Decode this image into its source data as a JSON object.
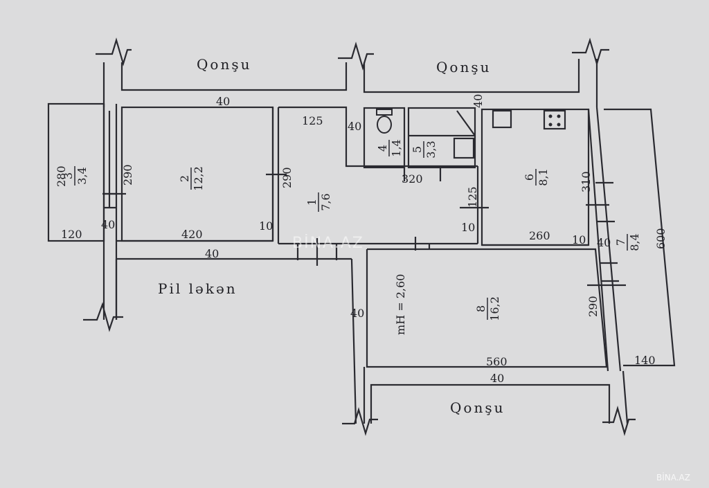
{
  "labels": {
    "neighbor_top_left": "Qonşu",
    "neighbor_top_right": "Qonşu",
    "neighbor_bottom": "Qonşu",
    "stairs": "Pil ləkən",
    "ceiling_height": "mH = 2,60"
  },
  "rooms": [
    {
      "number": "1",
      "area": "7,6"
    },
    {
      "number": "2",
      "area": "12,2"
    },
    {
      "number": "3",
      "area": "3,4"
    },
    {
      "number": "4",
      "area": "1,4"
    },
    {
      "number": "5",
      "area": "3,3"
    },
    {
      "number": "6",
      "area": "8,1"
    },
    {
      "number": "7",
      "area": "8,4"
    },
    {
      "number": "8",
      "area": "16,2"
    }
  ],
  "dimensions": {
    "top_wall_left": "40",
    "top_wall_right": "40",
    "room1_top": "125",
    "wc_wall": "40",
    "room2_height": "290",
    "room1_height": "290",
    "balcony_left_height": "280",
    "balcony_left_width": "120",
    "balcony_left_wall": "40",
    "room2_width": "420",
    "room2_wall_bottom": "40",
    "room1_partition_a": "10",
    "room1_partition_b": "10",
    "wet_rooms_width": "320",
    "room1_right": "125",
    "room6_height": "310",
    "room6_width": "260",
    "room6_partition": "10",
    "right_wall": "40",
    "balcony_right_length": "600",
    "room8_height": "290",
    "room8_width": "560",
    "room8_bottom_wall": "40",
    "corridor_wall": "40",
    "balcony_right_width": "140"
  },
  "watermarks": {
    "center": "BİNA.AZ",
    "corner": "BİNA.AZ"
  }
}
